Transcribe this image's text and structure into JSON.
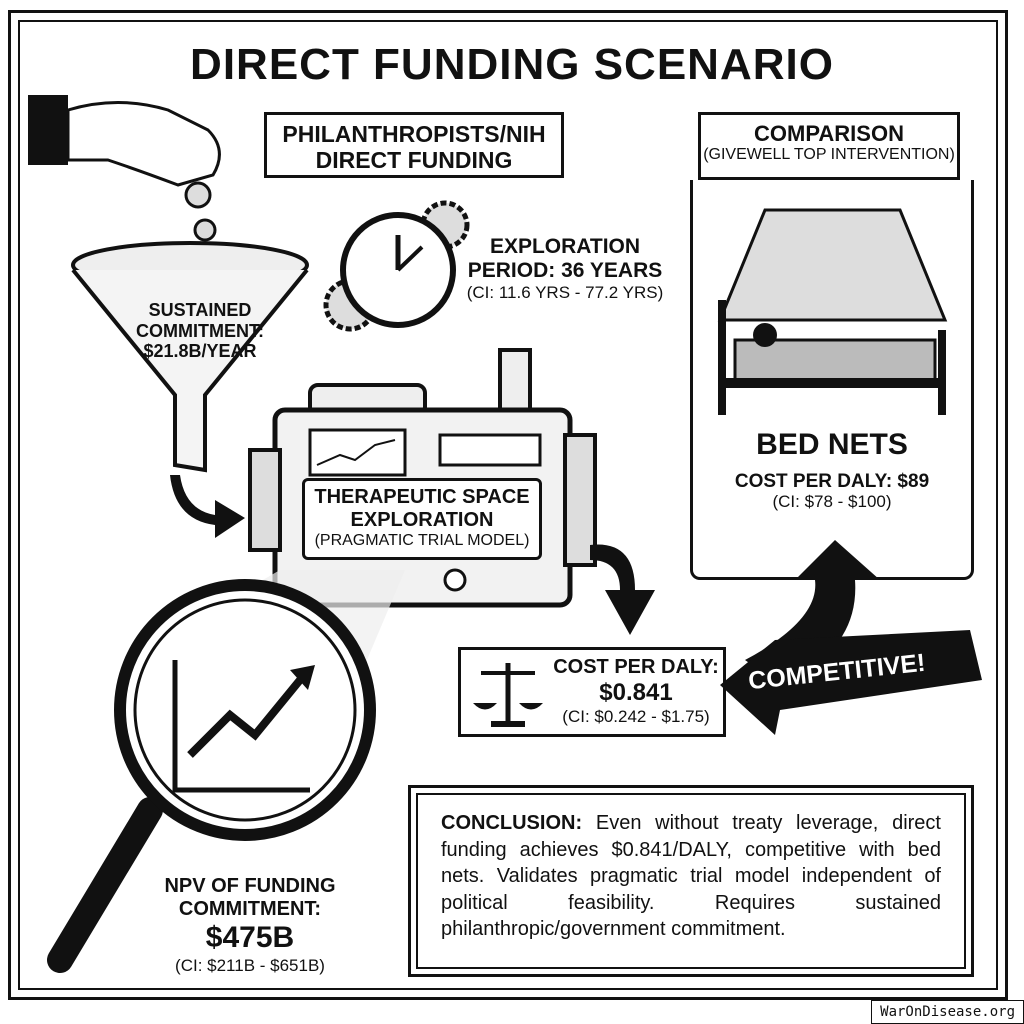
{
  "title": "DIRECT FUNDING SCENARIO",
  "funding_banner": {
    "line1": "PHILANTHROPISTS/NIH",
    "line2": "DIRECT FUNDING"
  },
  "comparison_banner": {
    "line1": "COMPARISON",
    "line2": "(GIVEWELL TOP INTERVENTION)"
  },
  "funnel": {
    "line1": "SUSTAINED",
    "line2": "COMMITMENT:",
    "line3": "$21.8B/YEAR"
  },
  "exploration": {
    "line1": "EXPLORATION",
    "line2": "PERIOD: 36 YEARS",
    "ci": "(CI: 11.6 YRS - 77.2 YRS)"
  },
  "machine": {
    "line1": "THERAPEUTIC SPACE",
    "line2": "EXPLORATION",
    "line3": "(PRAGMATIC TRIAL MODEL)"
  },
  "bed_nets": {
    "title": "BED NETS",
    "cost": "COST PER DALY: $89",
    "ci": "(CI: $78 - $100)"
  },
  "daly": {
    "line1": "COST PER DALY:",
    "value": "$0.841",
    "ci": "(CI: $0.242 - $1.75)"
  },
  "competitive": "COMPETITIVE!",
  "npv": {
    "line1": "NPV OF FUNDING",
    "line2": "COMMITMENT:",
    "value": "$475B",
    "ci": "(CI: $211B - $651B)"
  },
  "conclusion": {
    "label": "CONCLUSION:",
    "text": " Even without treaty leverage, direct funding achieves $0.841/DALY, competitive with bed nets. Validates pragmatic trial model independent of political feasibility. Requires sustained philanthropic/government commitment."
  },
  "watermark": "WarOnDisease.org"
}
